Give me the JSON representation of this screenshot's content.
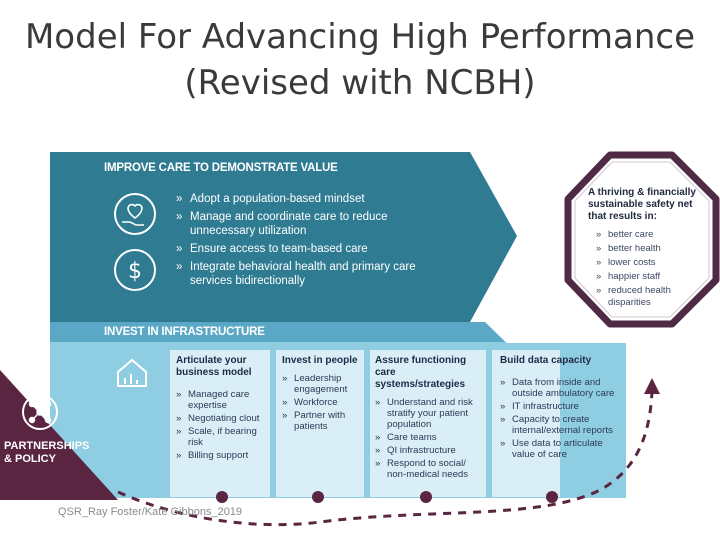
{
  "title": "Model For Advancing High Performance (Revised with NCBH)",
  "improve": {
    "heading": "IMPROVE CARE TO DEMONSTRATE VALUE",
    "icons": [
      "heart-hand-icon",
      "dollar-cycle-icon"
    ],
    "items": [
      "Adopt a population-based mindset",
      "Manage and coordinate care to reduce unnecessary utilization",
      "Ensure access to team-based care",
      "Integrate behavioral health and primary care services bidirectionally"
    ]
  },
  "invest": {
    "heading": "INVEST IN INFRASTRUCTURE",
    "icon": "home-chart-icon",
    "columns": [
      {
        "title": "Articulate your business model",
        "items": [
          "Managed care expertise",
          "Negotiating clout",
          "Scale, if bearing risk",
          "Billing support"
        ]
      },
      {
        "title": "Invest in people",
        "items": [
          "Leadership engagement",
          "Workforce",
          "Partner with patients"
        ]
      },
      {
        "title": "Assure functioning care systems/strategies",
        "items": [
          "Understand and risk stratify your patient population",
          "Care teams",
          "QI infrastructure",
          "Respond to social/ non-medical needs"
        ]
      },
      {
        "title": "Build data capacity",
        "items": [
          "Data from inside and outside ambulatory care",
          "IT infrastructure",
          "Capacity to create internal/external reports",
          "Use data to articulate value of care"
        ]
      }
    ]
  },
  "result": {
    "title": "A thriving & financially sustainable safety net that results in:",
    "items": [
      "better care",
      "better health",
      "lower costs",
      "happier staff",
      "reduced health disparities"
    ]
  },
  "partnerships": {
    "label": "PARTNERSHIPS & POLICY",
    "icon": "network-icon"
  },
  "footer": "QSR_Ray Foster/Kate Gibbons_2019",
  "colors": {
    "improve_band": "#2e7b92",
    "invest_band": "#8fcde3",
    "column_bg": "#d9eef6",
    "partnerships": "#5a2541",
    "result_border": "#4e2a45",
    "dash_arc": "#5a2541"
  }
}
